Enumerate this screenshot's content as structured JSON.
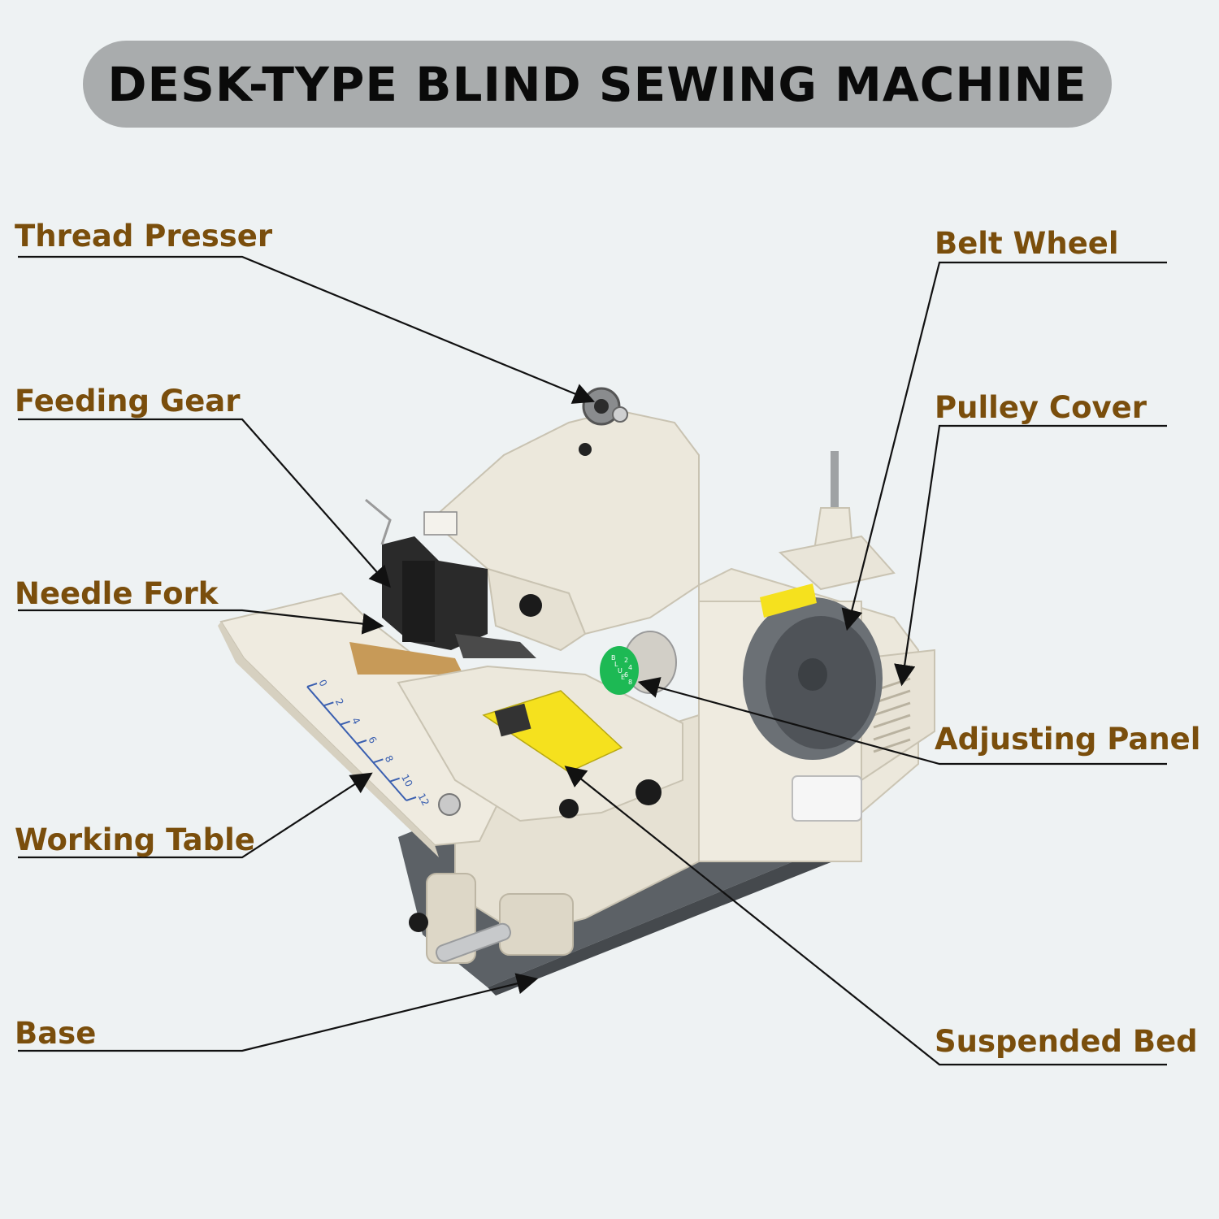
{
  "title": "DESK-TYPE BLIND SEWING MACHINE",
  "colors": {
    "background": "#eef2f3",
    "title_pill": "#a9acad",
    "label_text": "#7a4e0c",
    "leader_line": "#111111",
    "machine_body": "#ece8dc",
    "base_plate": "#5c6166",
    "belt_wheel": "#6b7075",
    "adjusting_dial": "#1db954",
    "warning_label": "#f5e11e",
    "scale_marks": "#3a5fb0"
  },
  "labels": {
    "thread_presser": "Thread Presser",
    "feeding_gear": "Feeding Gear",
    "needle_fork": "Needle Fork",
    "working_table": "Working Table",
    "base": "Base",
    "belt_wheel": "Belt Wheel",
    "pulley_cover": "Pulley Cover",
    "adjusting_panel": "Adjusting Panel",
    "suspended_bed": "Suspended Bed"
  },
  "dial_letters": [
    "B",
    "L",
    "U",
    "E"
  ],
  "dial_numbers": [
    "2",
    "4",
    "6",
    "8"
  ],
  "table_scale": [
    "0",
    "2",
    "4",
    "6",
    "8",
    "10",
    "12"
  ]
}
